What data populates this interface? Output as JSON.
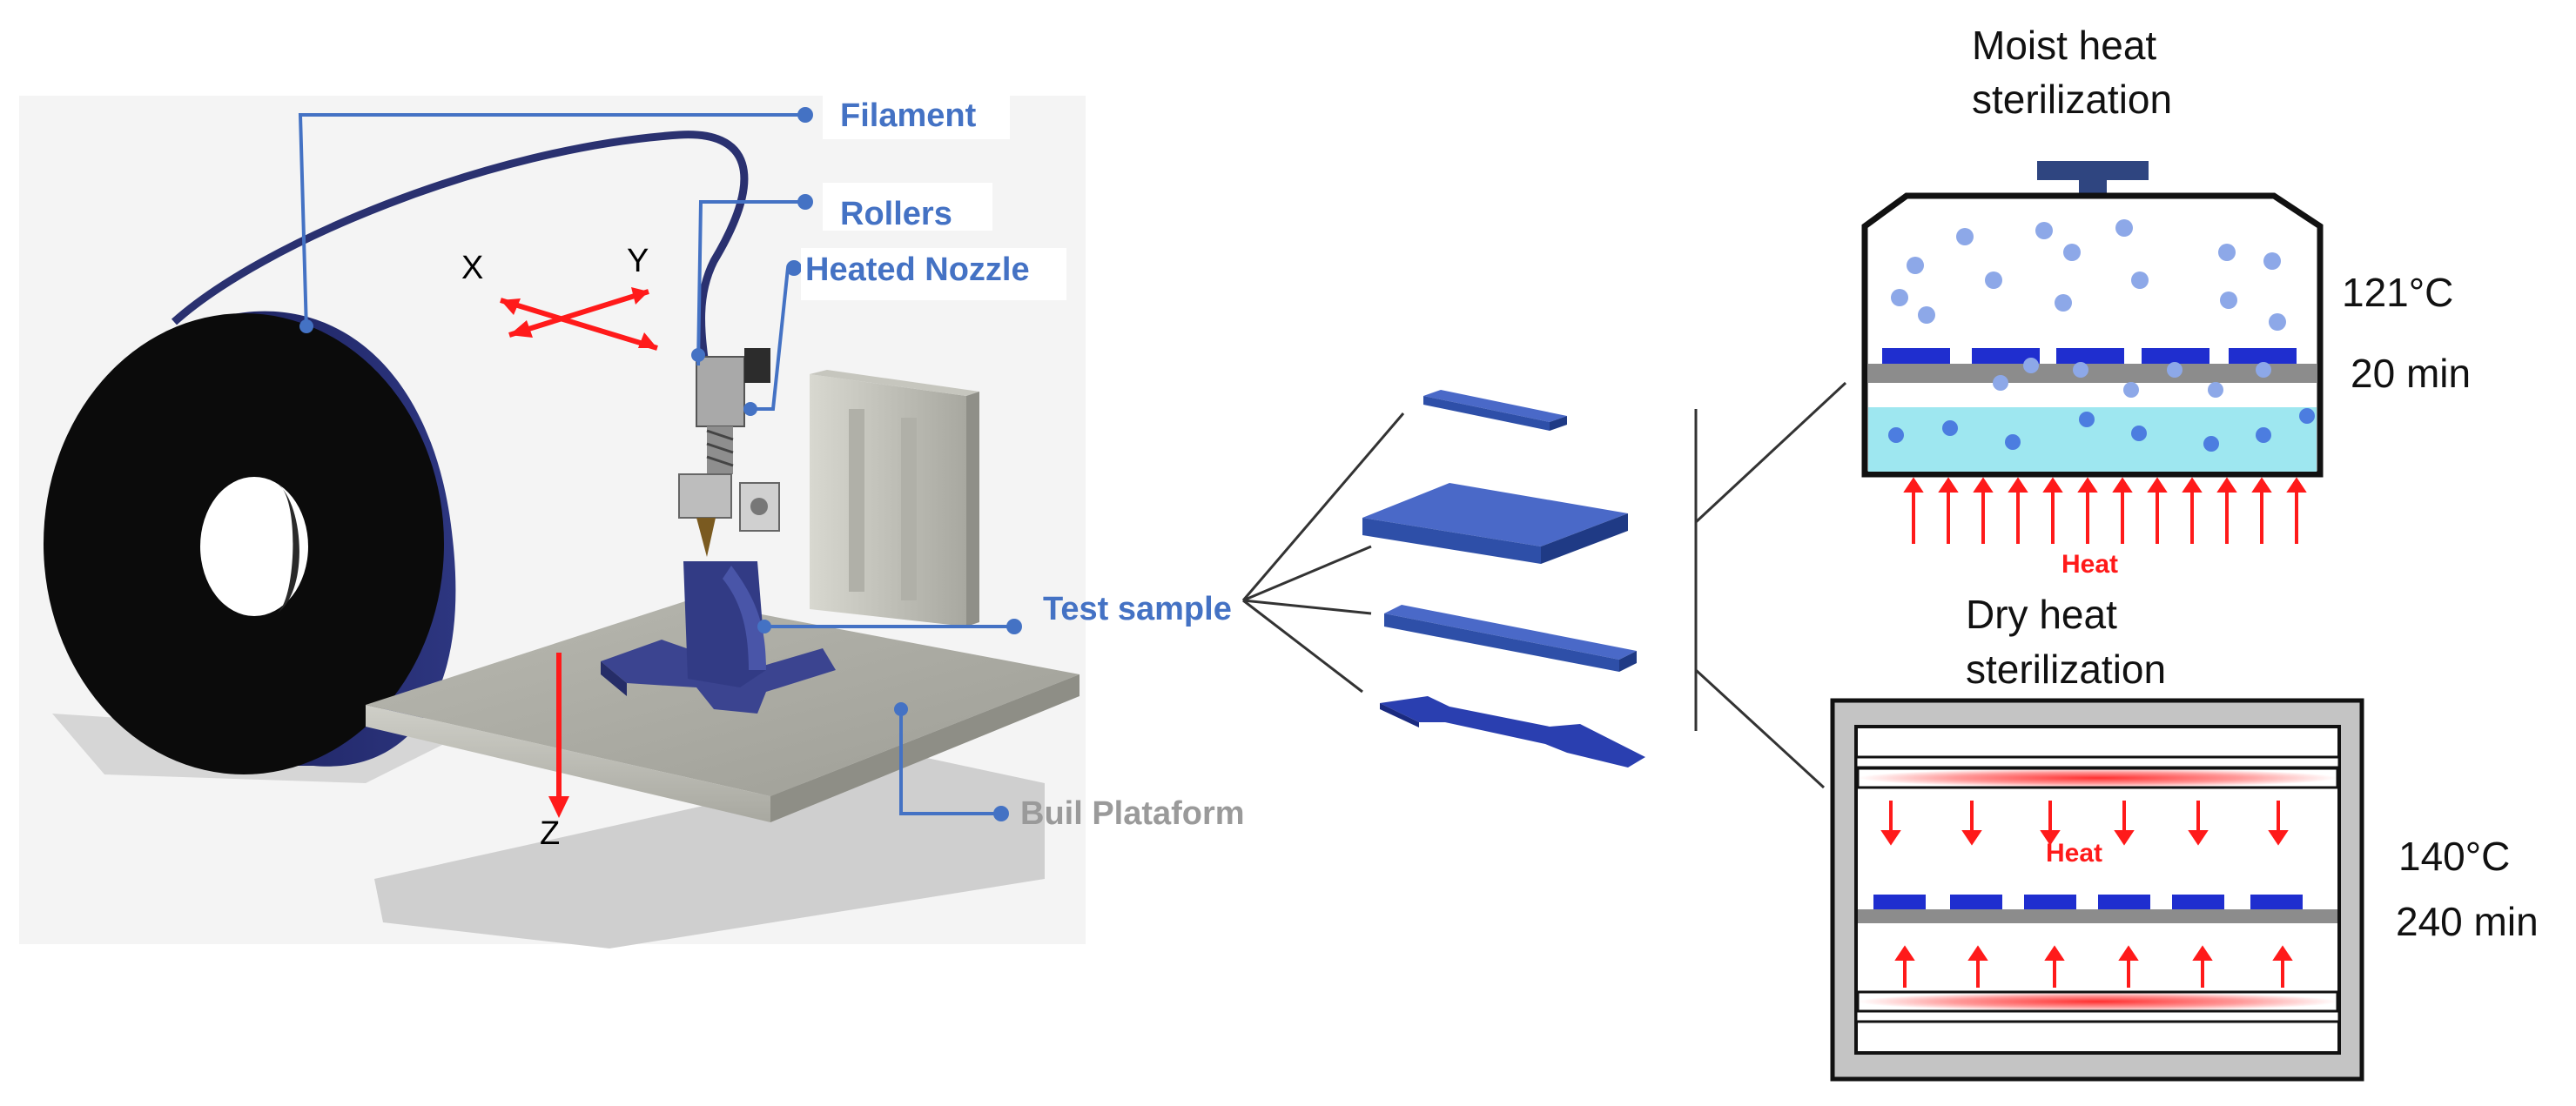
{
  "printer": {
    "labels": {
      "filament": "Filament",
      "rollers": "Rollers",
      "heated_nozzle": "Heated Nozzle",
      "test_sample": "Test sample",
      "build_platform": "Buil Plataform"
    },
    "axes": {
      "x": "X",
      "y": "Y",
      "z": "Z"
    }
  },
  "moist": {
    "title_line1": "Moist heat",
    "title_line2": "sterilization",
    "temperature": "121°C",
    "time": "20 min",
    "heat_label": "Heat"
  },
  "dry": {
    "title_line1": "Dry heat",
    "title_line2": "sterilization",
    "temperature": "140°C",
    "time": "240 min",
    "heat_label": "Heat"
  },
  "colors": {
    "label_blue": "#4472c4",
    "sample_blue": "#2e4fa8",
    "arrow_red": "#ff1a1a",
    "water_cyan": "#9ee7f0",
    "spool_dark": "#111111"
  },
  "icons": [
    "spool-icon",
    "printer-icon",
    "autoclave-icon",
    "oven-icon"
  ]
}
